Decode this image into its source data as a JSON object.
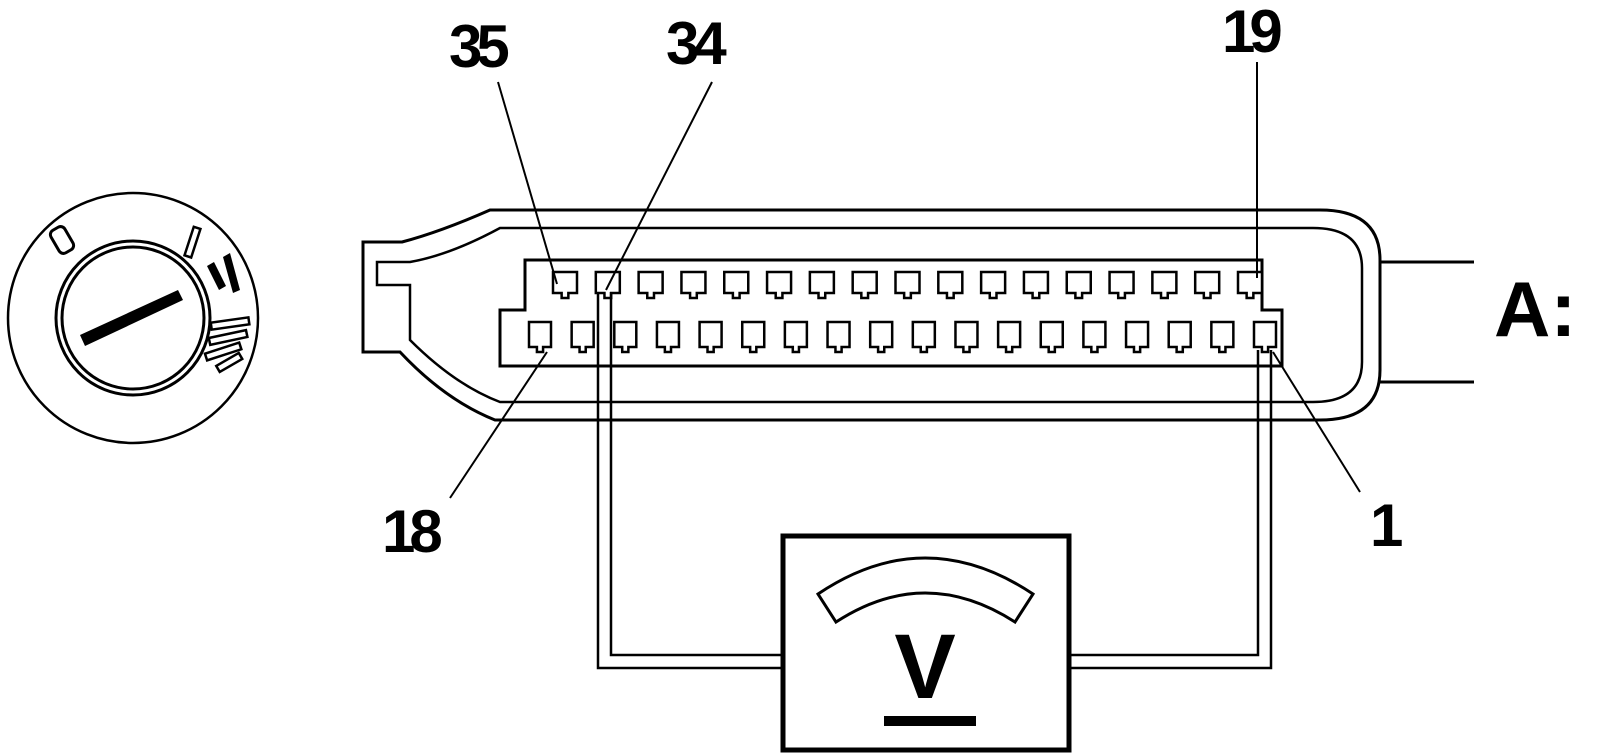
{
  "diagram": {
    "connector_label": "A:",
    "meter_symbol": "V",
    "pin_labels": {
      "top_left": "35",
      "top_second": "34",
      "top_right": "19",
      "bottom_left": "18",
      "bottom_right": "1"
    },
    "connector": {
      "top_row_pins": 17,
      "bottom_row_pins": 18
    },
    "ignition_switch": {
      "positions": [
        "0",
        "I",
        "II",
        "III"
      ]
    },
    "colors": {
      "line": "#000000",
      "background": "#ffffff"
    }
  }
}
